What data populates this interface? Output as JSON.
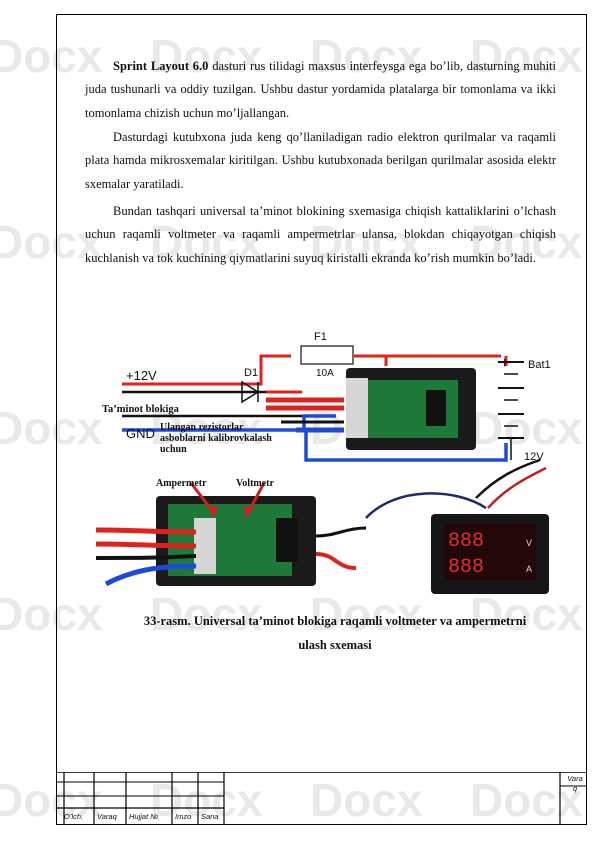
{
  "page": {
    "watermark_text": "Docx",
    "paragraphs": {
      "p1_bold": "Sprint Layout 6.0",
      "p1_rest": " dasturi rus tilidagi maxsus interfeysga ega bo’lib, dasturning muhiti juda tushunarli va oddiy tuzilgan. Ushbu dastur yordamida platalarga bir tomonlama va ikki tomonlama chizish uchun mo’ljallangan.",
      "p2": "Dasturdagi kutubxona juda keng qo’llaniladigan radio elektron qurilmalar va raqamli plata hamda mikrosxemalar kiritilgan. Ushbu kutubxonada berilgan qurilmalar asosida elektr sxemalar yaratiladi.",
      "p3": "Bundan tashqari universal ta’minot blokining sxemasiga chiqish kattaliklarini o’lchash uchun raqamli voltmeter va raqamli ampermetrlar ulansa, blokdan chiqayotgan chiqish kuchlanish va tok kuchining qiymatlarini suyuq kiristalli ekranda ko’rish mumkin bo’ladi."
    },
    "figure": {
      "labels": {
        "f1": "F1",
        "fuse_rating": "10A",
        "d1": "D1",
        "plus12v": "+12V",
        "bat": "Bat1",
        "plus_sign": "+",
        "v12": "12V",
        "gnd": "GND",
        "taminot": "Ta’minot blokiga",
        "rezistor": "Ulangan rezistorlar asboblarni kalibrovkalash uchun",
        "ampermetr": "Ampermetr",
        "voltmetr": "Voltmetr",
        "display_v_unit": "V",
        "display_a_unit": "A"
      }
    },
    "caption_line1": "33-rasm. Universal ta’minot blokiga raqamli voltmeter va ampermetrni",
    "caption_line2": "ulash sxemasi",
    "title_block": {
      "cols": [
        "O’lch.",
        "Varaq",
        "Hujjat  №",
        "Imzo",
        "Sana"
      ],
      "varaq_label": "Vara\nq"
    }
  }
}
